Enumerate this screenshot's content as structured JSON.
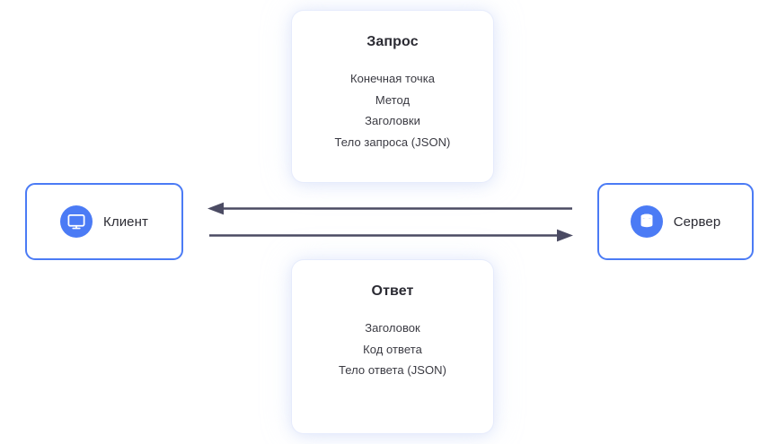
{
  "diagram": {
    "title": "Client-Server HTTP request/response diagram",
    "background_color": "#ffffff",
    "accent_color": "#4B7BF5",
    "arrow_color": "#4B4B63",
    "text_color": "#2b2b33"
  },
  "nodes": {
    "client": {
      "label": "Клиент",
      "icon": "monitor-icon"
    },
    "server": {
      "label": "Сервер",
      "icon": "database-icon"
    }
  },
  "cards": {
    "request": {
      "title": "Запрос",
      "lines": [
        "Конечная точка",
        "Метод",
        "Заголовки",
        "Тело запроса (JSON)"
      ]
    },
    "response": {
      "title": "Ответ",
      "lines": [
        "Заголовок",
        "Код ответа",
        "Тело ответа (JSON)"
      ]
    }
  },
  "arrows": [
    {
      "name": "response-arrow",
      "direction": "left",
      "from": "server",
      "to": "client",
      "describes": "response"
    },
    {
      "name": "request-arrow",
      "direction": "right",
      "from": "client",
      "to": "server",
      "describes": "request"
    }
  ]
}
